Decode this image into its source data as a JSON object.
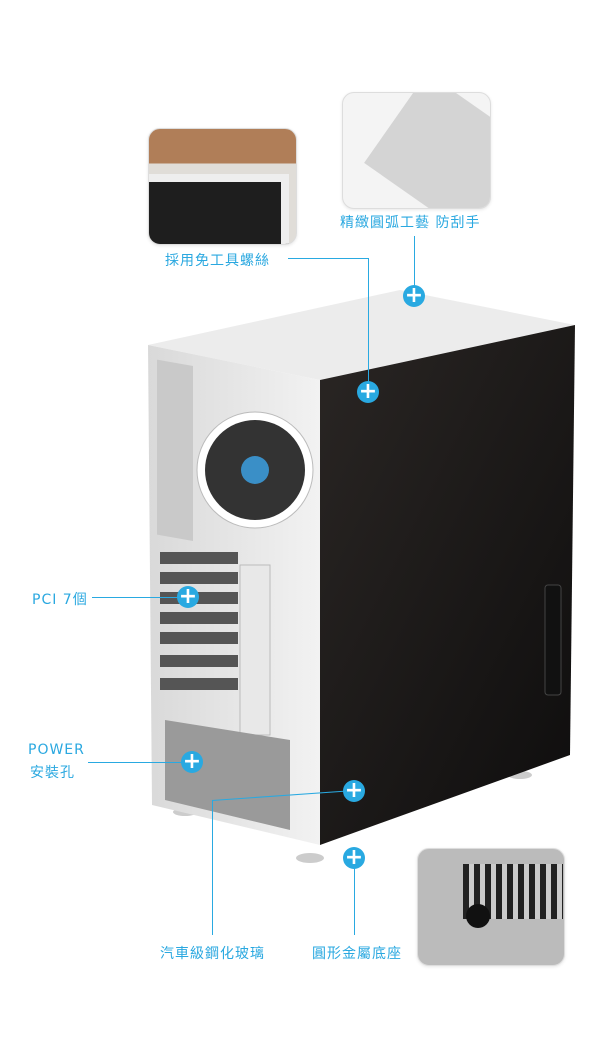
{
  "accent_color": "#29a9e1",
  "callouts": {
    "tool_free_screws": "採用免工具螺絲",
    "rounded_edges": "精緻圓弧工藝 防刮手",
    "pci_slots": "PCI 7個",
    "power_line1": "POWER",
    "power_line2": "安裝孔",
    "tempered_glass": "汽車級鋼化玻璃",
    "metal_feet": "圓形金屬底座"
  },
  "hotspot_icon": "plus-icon"
}
